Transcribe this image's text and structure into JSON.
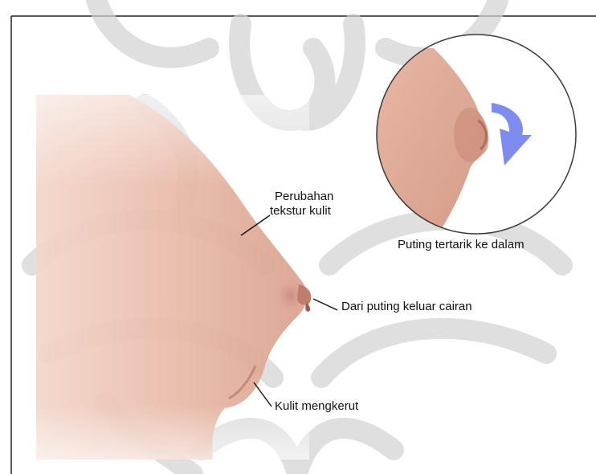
{
  "diagram": {
    "labels": {
      "skin_texture_line1": "Perubahan",
      "skin_texture_line2": "tekstur kulit",
      "inverted_nipple": "Puting tertarik ke dalam",
      "nipple_discharge": "Dari puting keluar cairan",
      "skin_dimpling": "Kulit mengkerut"
    },
    "colors": {
      "skin_light": "#f1d0c3",
      "skin_mid": "#e2ad9c",
      "skin_dark": "#c98877",
      "watermark": "#c8c8c8",
      "arrow_blue": "#7e8cf0",
      "frame": "#222222"
    }
  }
}
